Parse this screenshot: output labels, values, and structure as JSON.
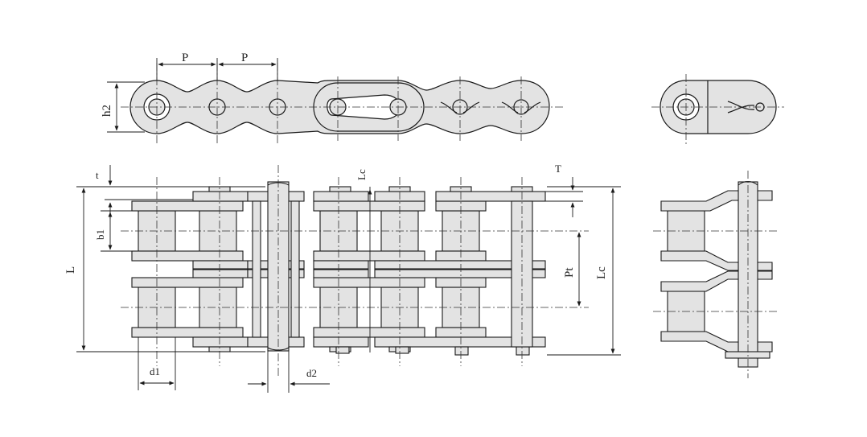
{
  "colors": {
    "plate_fill": "#e3e3e3",
    "stroke": "#1a1a1a",
    "centerline": "#333333",
    "background": "#ffffff"
  },
  "labels": {
    "pitch_1": "P",
    "pitch_2": "P",
    "plate_height": "h2",
    "plate_thickness": "t",
    "inner_width": "b1",
    "overall_length": "L",
    "roller_diameter": "d1",
    "pin_diameter": "d2",
    "connecting_pin_length": "Lc",
    "connecting_pin_length_right": "Lc",
    "cotter_thickness": "T",
    "transverse_pitch": "Pt"
  }
}
